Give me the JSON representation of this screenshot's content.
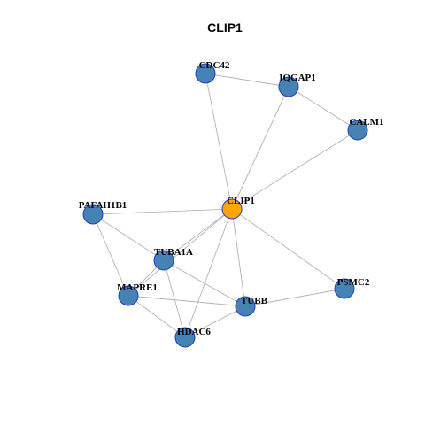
{
  "title": "CLIP1",
  "colors": {
    "center_node": "#FFA500",
    "neighbor_node": "#4682B4",
    "node_border": "#1F3FBF",
    "edge": "#B3B3B3",
    "background": "#FFFFFF"
  },
  "graph": {
    "center": "CLIP1",
    "nodes": [
      {
        "id": "CLIP1",
        "label": "CLIP1",
        "role": "center"
      },
      {
        "id": "CDC42",
        "label": "CDC42",
        "role": "neighbor"
      },
      {
        "id": "IQGAP1",
        "label": "IQGAP1",
        "role": "neighbor"
      },
      {
        "id": "CALM1",
        "label": "CALM1",
        "role": "neighbor"
      },
      {
        "id": "PAFAH1B1",
        "label": "PAFAH1B1",
        "role": "neighbor"
      },
      {
        "id": "TUBA1A",
        "label": "TUBA1A",
        "role": "neighbor"
      },
      {
        "id": "MAPRE1",
        "label": "MAPRE1",
        "role": "neighbor"
      },
      {
        "id": "TUBB",
        "label": "TUBB",
        "role": "neighbor"
      },
      {
        "id": "HDAC6",
        "label": "HDAC6",
        "role": "neighbor"
      },
      {
        "id": "PSMC2",
        "label": "PSMC2",
        "role": "neighbor"
      }
    ],
    "edges": [
      [
        "CDC42",
        "IQGAP1"
      ],
      [
        "CDC42",
        "CLIP1"
      ],
      [
        "IQGAP1",
        "CALM1"
      ],
      [
        "IQGAP1",
        "CLIP1"
      ],
      [
        "CALM1",
        "CLIP1"
      ],
      [
        "PAFAH1B1",
        "CLIP1"
      ],
      [
        "PAFAH1B1",
        "TUBA1A"
      ],
      [
        "PAFAH1B1",
        "MAPRE1"
      ],
      [
        "CLIP1",
        "TUBA1A"
      ],
      [
        "CLIP1",
        "MAPRE1"
      ],
      [
        "CLIP1",
        "TUBB"
      ],
      [
        "CLIP1",
        "HDAC6"
      ],
      [
        "CLIP1",
        "PSMC2"
      ],
      [
        "TUBA1A",
        "MAPRE1"
      ],
      [
        "TUBA1A",
        "TUBB"
      ],
      [
        "TUBA1A",
        "HDAC6"
      ],
      [
        "MAPRE1",
        "TUBB"
      ],
      [
        "MAPRE1",
        "HDAC6"
      ],
      [
        "TUBB",
        "HDAC6"
      ],
      [
        "TUBB",
        "PSMC2"
      ]
    ]
  }
}
